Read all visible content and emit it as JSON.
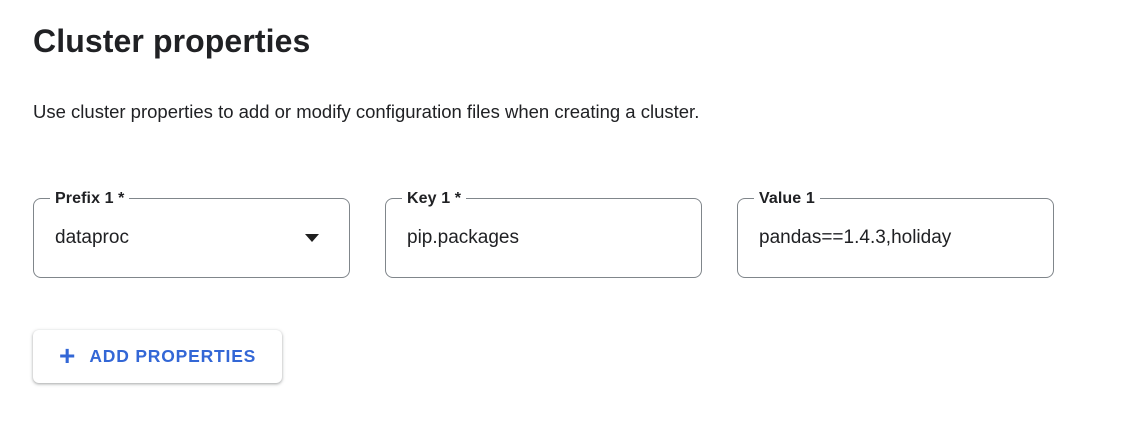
{
  "section": {
    "title": "Cluster properties",
    "description": "Use cluster properties to add or modify configuration files when creating a cluster."
  },
  "properties_row": {
    "prefix": {
      "label": "Prefix 1 *",
      "value": "dataproc",
      "control": "dropdown"
    },
    "key": {
      "label": "Key 1 *",
      "value": "pip.packages"
    },
    "value": {
      "label": "Value 1",
      "value": "pandas==1.4.3,holiday"
    }
  },
  "actions": {
    "add_properties": {
      "label": "ADD PROPERTIES",
      "icon": "plus-icon",
      "icon_glyph": "+"
    }
  },
  "colors": {
    "accent_blue": "#3367d6",
    "text_primary": "#202124",
    "field_border": "#80868b"
  }
}
